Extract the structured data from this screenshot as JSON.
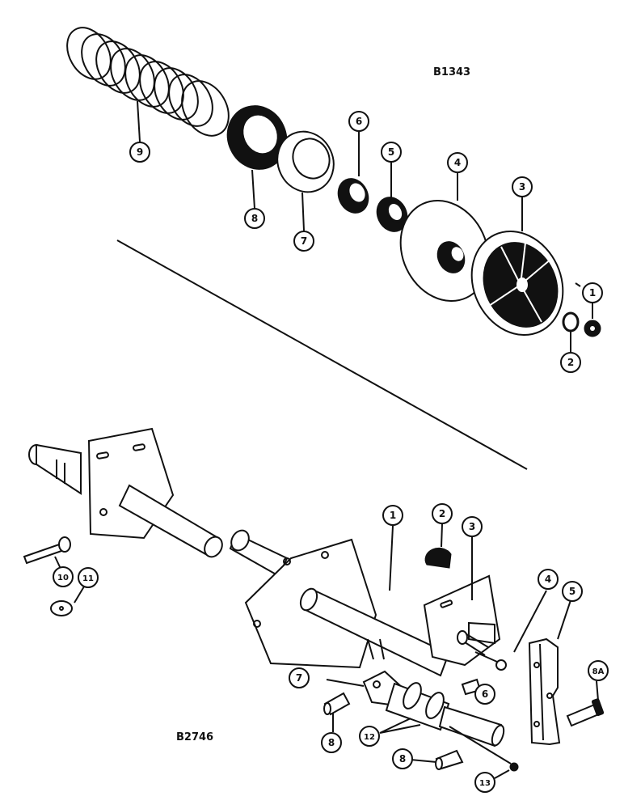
{
  "diagram": {
    "top_ref": "B1343",
    "bottom_ref": "B2746",
    "top_callouts": [
      "1",
      "2",
      "3",
      "4",
      "5",
      "6",
      "7",
      "8",
      "9"
    ],
    "bottom_callouts": [
      "1",
      "2",
      "3",
      "4",
      "5",
      "6",
      "7",
      "8",
      "8",
      "8A",
      "10",
      "11",
      "12",
      "13"
    ]
  },
  "colors": {
    "ink": "#111111",
    "paper": "#ffffff"
  }
}
